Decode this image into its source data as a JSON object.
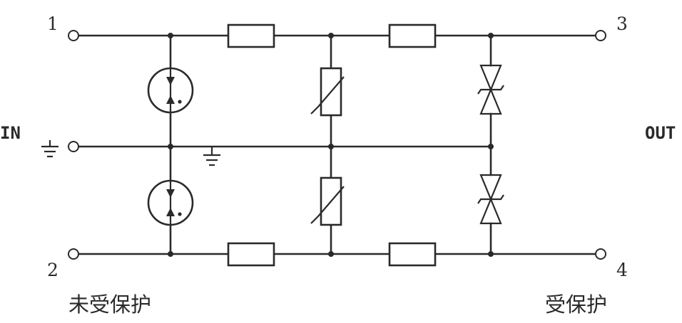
{
  "terminals": {
    "t1": "1",
    "t2": "2",
    "t3": "3",
    "t4": "4"
  },
  "labels": {
    "input": "IN",
    "output": "OUT",
    "unprotected": "未受保护",
    "protected": "受保护"
  }
}
